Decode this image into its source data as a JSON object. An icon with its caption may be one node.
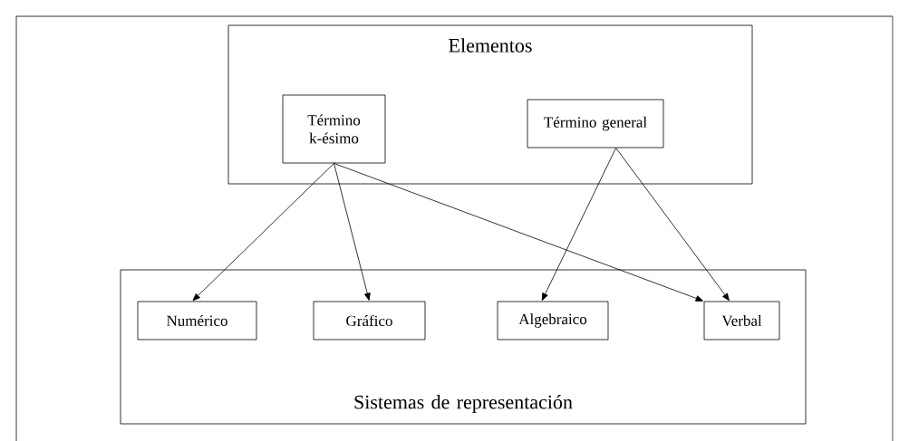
{
  "diagram": {
    "nodes": [
      {
        "text": [
          "Elementos"
        ]
      },
      {
        "text": [
          "Término k-ésimo"
        ],
        "in": 0
      },
      {
        "text": [
          "Término general"
        ],
        "in": 0
      },
      {
        "text": [
          "Sistemas de representación"
        ]
      },
      {
        "text": [
          "Numérico"
        ],
        "in": 3
      },
      {
        "text": [
          "Gráfico"
        ],
        "in": 3
      },
      {
        "text": [
          "Algebraico"
        ],
        "in": 3
      },
      {
        "text": [
          "Verbal"
        ],
        "in": 3
      }
    ],
    "edges": [
      {
        "from": 1,
        "to": 4,
        "arrow": "to"
      },
      {
        "from": 1,
        "to": 5,
        "arrow": "to"
      },
      {
        "from": 1,
        "to": 7,
        "arrow": "to"
      },
      {
        "from": 2,
        "to": 6,
        "arrow": "to"
      },
      {
        "from": 2,
        "to": 7,
        "arrow": "to"
      }
    ]
  }
}
